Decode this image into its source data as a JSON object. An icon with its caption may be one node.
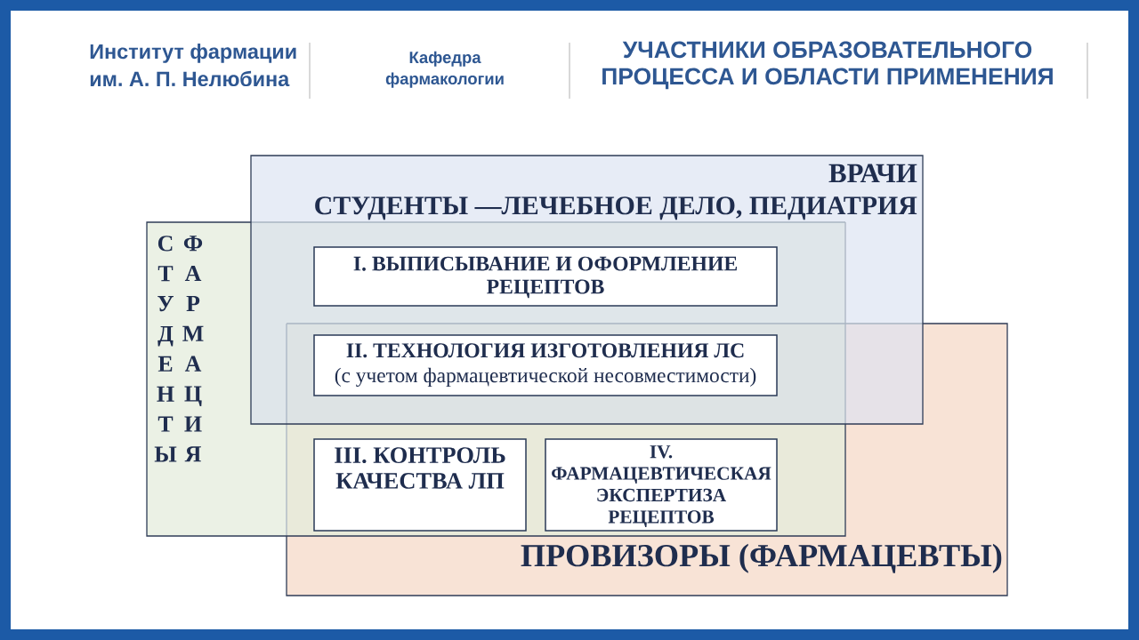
{
  "diagram": {
    "title": "УЧАСТНИКИ ОБРАЗОВАТЕЛЬНОГО ПРОЦЕССА И ОБЛАСТИ ПРИМЕНЕНИЯ",
    "nodes": [
      {
        "text": [
          "ВРАЧИ",
          "СТУДЕНТЫ —ЛЕЧЕБНОЕ ДЕЛО, ПЕДИАТРИЯ"
        ]
      },
      {
        "text": [
          "СТУДЕНТЫ",
          "ФАРМАЦИЯ"
        ]
      },
      {
        "text": [
          "ПРОВИЗОРЫ (ФАРМАЦЕВТЫ)"
        ]
      },
      {
        "text": [
          "I. ВЫПИСЫВАНИЕ И ОФОРМЛЕНИЕ РЕЦЕПТОВ"
        ]
      },
      {
        "text": [
          "II. ТЕХНОЛОГИЯ ИЗГОТОВЛЕНИЯ ЛС",
          "(с учетом фармацевтической несовместимости)"
        ]
      },
      {
        "text": [
          "III. КОНТРОЛЬ КАЧЕСТВА ЛП"
        ]
      },
      {
        "text": [
          "IV. ФАРМАЦЕВТИЧЕСКАЯ ЭКСПЕРТИЗА РЕЦЕПТОВ"
        ]
      }
    ],
    "labels": [
      "Институт фармации им. А. П. Нелюбина",
      "Кафедра фармакологии"
    ]
  }
}
